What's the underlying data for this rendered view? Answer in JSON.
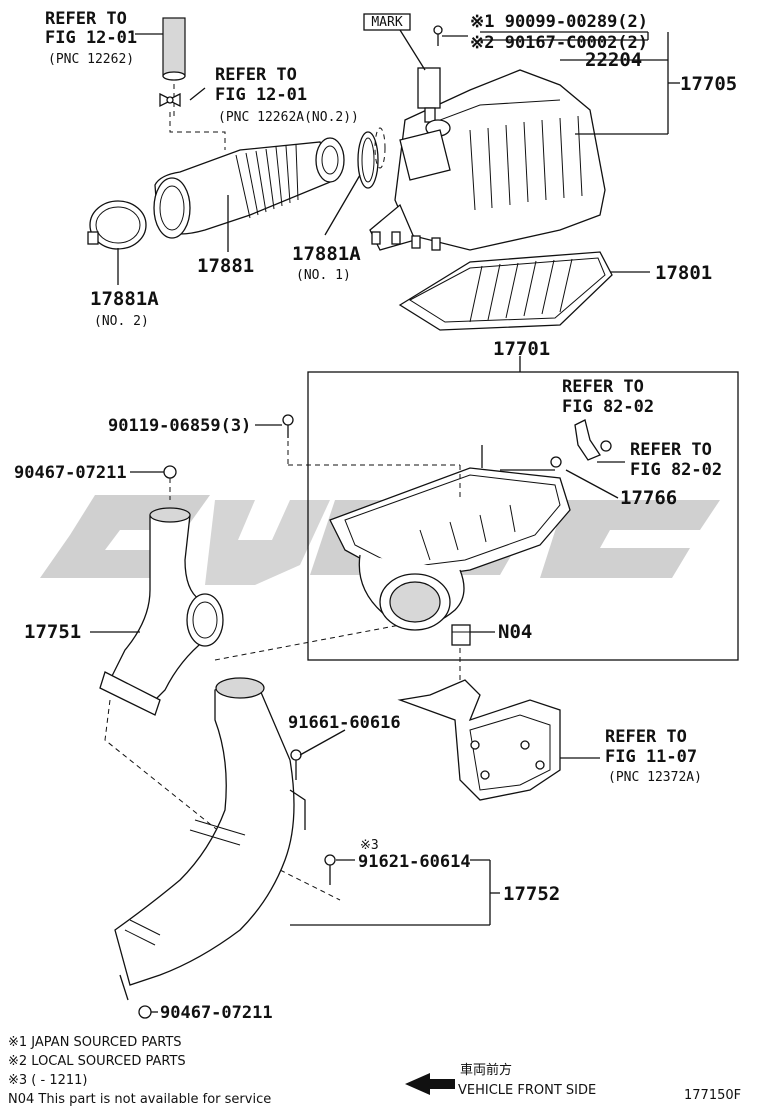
{
  "labels": {
    "refer_fig1201_top": "REFER TO",
    "refer_fig1201_top2": "FIG 12-01",
    "refer_fig1201_top_pnc": "(PNC 12262)",
    "refer_fig1201_mid": "REFER TO",
    "refer_fig1201_mid2": "FIG 12-01",
    "refer_fig1201_mid_pnc": "(PNC 12262A(NO.2))",
    "mark": "MARK",
    "p_90099": "※1 90099-00289(2)",
    "p_90167": "※2 90167-C0002(2)",
    "p_22204": "22204",
    "p_17705": "17705",
    "p_17881": "17881",
    "p_17881a_no1": "17881A",
    "p_17881a_no1_sub": "(NO. 1)",
    "p_17881a_no2": "17881A",
    "p_17881a_no2_sub": "(NO. 2)",
    "p_17801": "17801",
    "p_17701": "17701",
    "refer_fig8202_a": "REFER TO",
    "refer_fig8202_a2": "FIG 82-02",
    "refer_fig8202_b": "REFER TO",
    "refer_fig8202_b2": "FIG 82-02",
    "p_90119": "90119-06859(3)",
    "p_90467_top": "90467-07211",
    "p_17766": "17766",
    "p_17751": "17751",
    "p_n04": "N04",
    "p_91661": "91661-60616",
    "refer_fig1107": "REFER TO",
    "refer_fig1107_2": "FIG 11-07",
    "refer_fig1107_pnc": "(PNC 12372A)",
    "p_91621_note": "※3",
    "p_91621": "91621-60614",
    "p_17752": "17752",
    "p_90467_bottom": "90467-07211"
  },
  "footnotes": {
    "n1": "※1 JAPAN SOURCED PARTS",
    "n2": "※2 LOCAL SOURCED PARTS",
    "n3": "※3 (        - 1211)",
    "n4": "N04  This part is not available for service"
  },
  "direction": {
    "jp": "車両前方",
    "en": "VEHICLE FRONT SIDE"
  },
  "figure_code": "177150F",
  "colors": {
    "watermark": "#c8c8c8",
    "line": "#111111"
  }
}
